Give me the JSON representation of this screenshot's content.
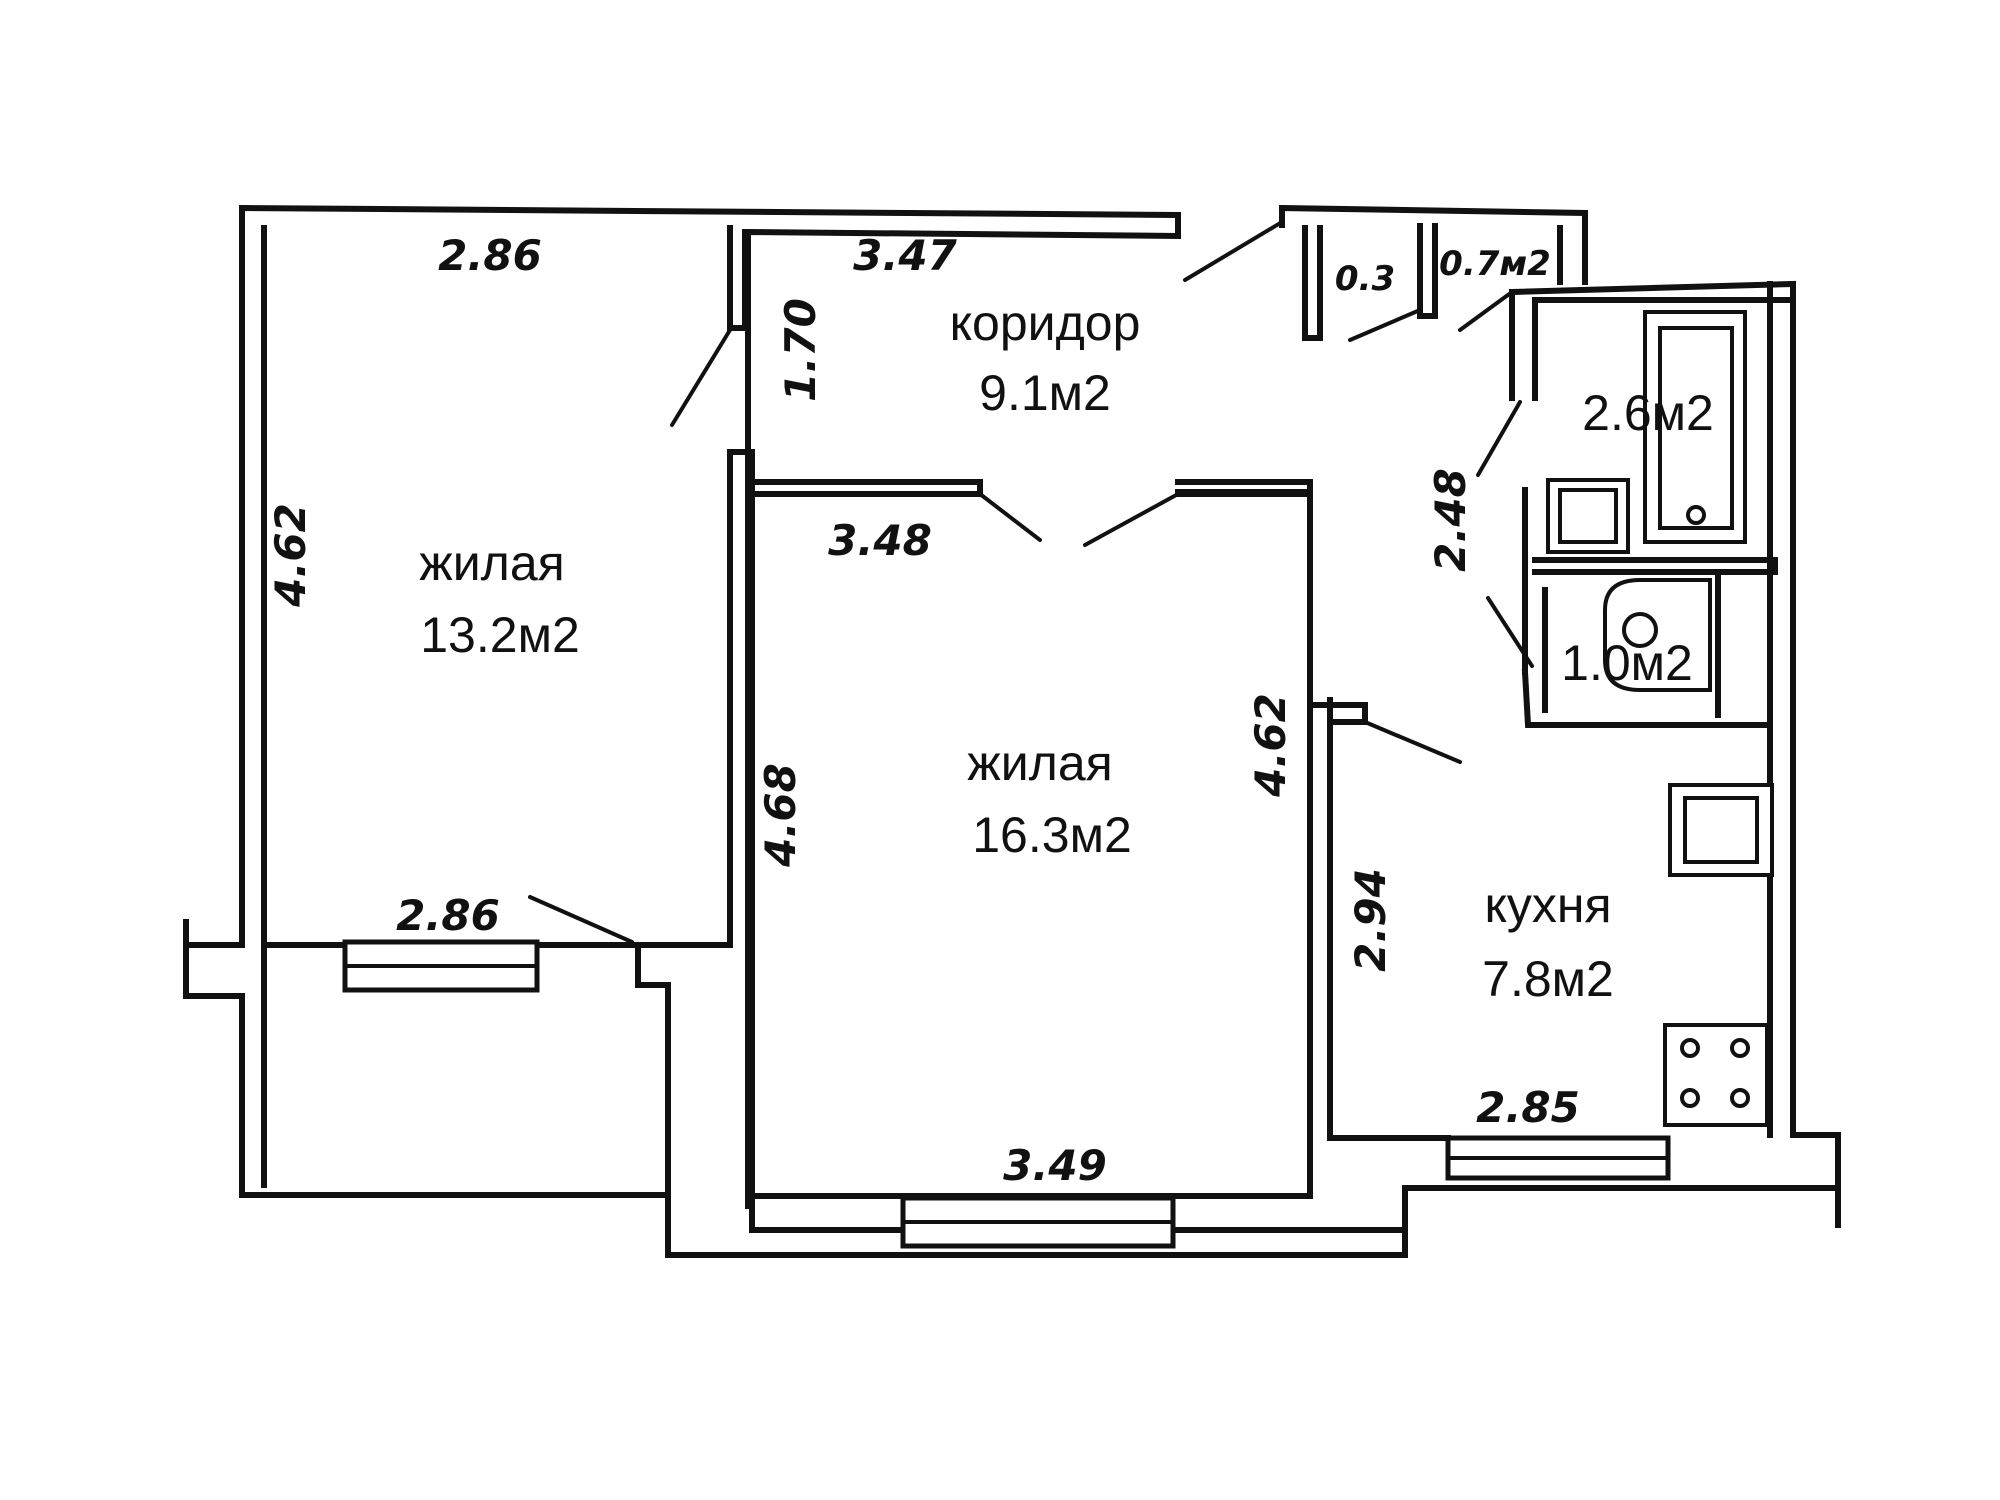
{
  "rooms": {
    "corridor": {
      "name": "коридор",
      "area": "9.1м2"
    },
    "living_small": {
      "name": "жилая",
      "area": "13.2м2"
    },
    "living_large": {
      "name": "жилая",
      "area": "16.3м2"
    },
    "kitchen": {
      "name": "кухня",
      "area": "7.8м2"
    },
    "bathroom": {
      "area": "2.6м2"
    },
    "wc": {
      "area": "1.0м2"
    }
  },
  "dimensions": {
    "small_top": "2.86",
    "small_bottom": "2.86",
    "small_left": "4.62",
    "corridor_top": "3.47",
    "corridor_side": "1.70",
    "closet_a": "0.3",
    "closet_b": "0.7м2",
    "large_top": "3.48",
    "large_bottom": "3.49",
    "large_left": "4.68",
    "large_right": "4.62",
    "bath_side": "2.48",
    "kitchen_side": "2.94",
    "kitchen_bottom": "2.85"
  }
}
